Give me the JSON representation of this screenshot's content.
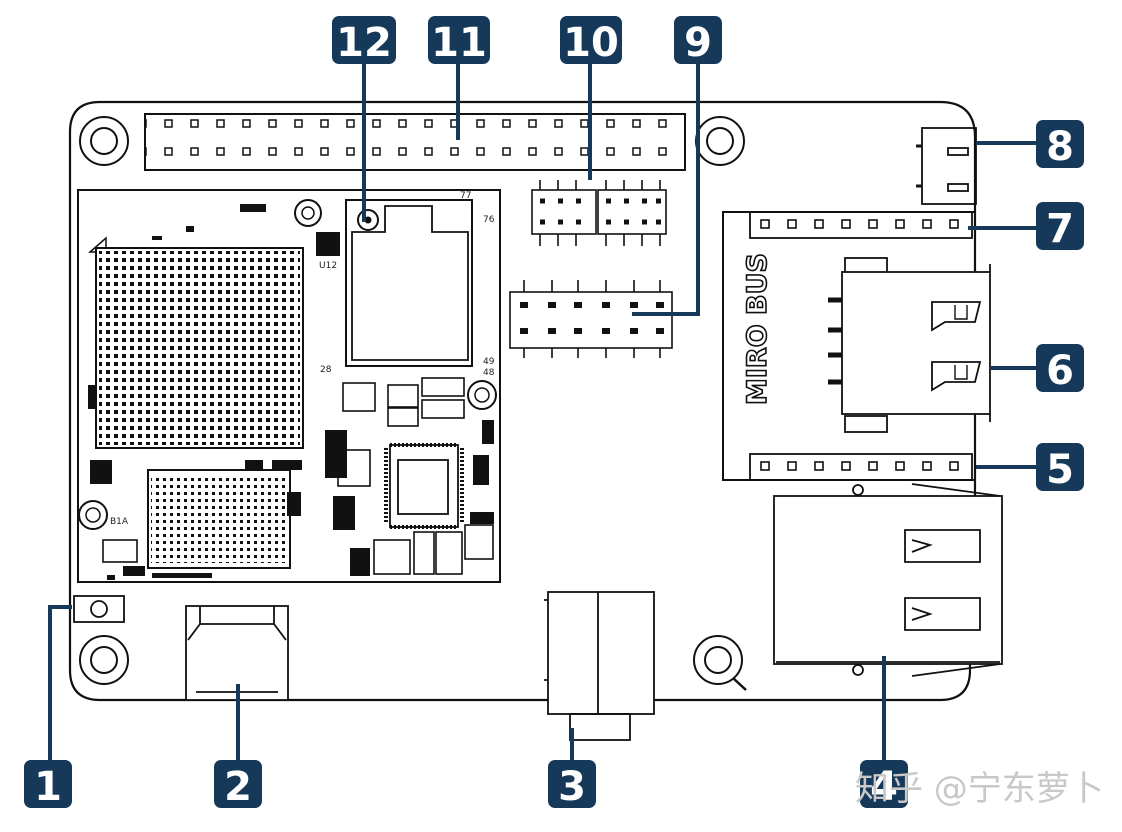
{
  "colors": {
    "badge": "#16395a",
    "leader": "#16395a",
    "outline": "#111111"
  },
  "bus_label": "MIRO  BUS",
  "pcb_texts": {
    "u12": "U12",
    "b1a": "B1A",
    "n76": "76",
    "n49": "49",
    "n48": "48",
    "n28": "28",
    "n77": "77"
  },
  "callouts": [
    {
      "id": "1",
      "label": "1"
    },
    {
      "id": "2",
      "label": "2"
    },
    {
      "id": "3",
      "label": "3"
    },
    {
      "id": "4",
      "label": "4"
    },
    {
      "id": "5",
      "label": "5"
    },
    {
      "id": "6",
      "label": "6"
    },
    {
      "id": "7",
      "label": "7"
    },
    {
      "id": "8",
      "label": "8"
    },
    {
      "id": "9",
      "label": "9"
    },
    {
      "id": "10",
      "label": "10"
    },
    {
      "id": "11",
      "label": "11"
    },
    {
      "id": "12",
      "label": "12"
    }
  ],
  "watermark": "知乎 @宁东萝卜"
}
